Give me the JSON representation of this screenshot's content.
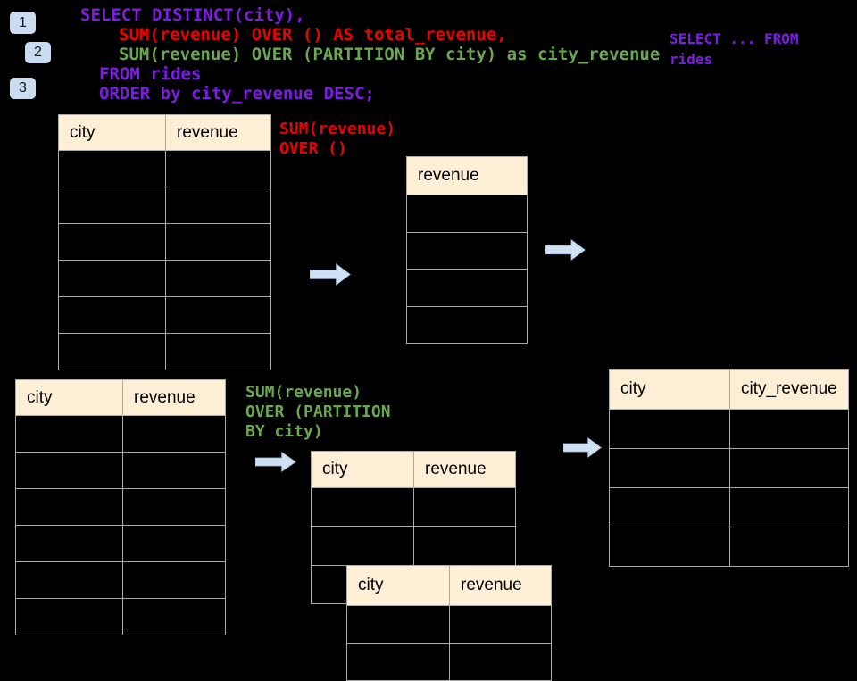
{
  "sql_code": {
    "lines": [
      {
        "text": "SELECT DISTINCT(city),",
        "color": "#7D1CE3"
      },
      {
        "text": "SUM(revenue) OVER () AS total_revenue,",
        "color": "#EE0000"
      },
      {
        "text": "SUM(revenue) OVER (PARTITION BY city) as city_revenue",
        "color": "#6AA84F"
      },
      {
        "text": "FROM rides",
        "color": "#7D1CE3"
      },
      {
        "text": "ORDER by city_revenue DESC;",
        "color": "#7D1CE3"
      }
    ]
  },
  "side_note": {
    "lines": [
      {
        "text": "SELECT ... FROM",
        "color": "#7D1CE3"
      },
      {
        "text": "rides",
        "color": "#7D1CE3"
      }
    ]
  },
  "step_badges": [
    "1",
    "2",
    "3"
  ],
  "annotations": {
    "total_revenue": {
      "lines": [
        {
          "text": "SUM(revenue)",
          "color": "#EE0000"
        },
        {
          "text": "OVER ()",
          "color": "#EE0000"
        }
      ]
    },
    "city_revenue": {
      "lines": [
        {
          "text": "SUM(revenue)",
          "color": "#6AA84F"
        },
        {
          "text": "OVER (PARTITION",
          "color": "#6AA84F"
        },
        {
          "text": "BY city)",
          "color": "#6AA84F"
        }
      ]
    }
  },
  "tables": {
    "source_top": {
      "headers": [
        "city",
        "revenue"
      ],
      "empty_rows": 6
    },
    "total_step": {
      "headers": [
        "revenue"
      ],
      "empty_rows": 4
    },
    "source_bottom": {
      "headers": [
        "city",
        "revenue"
      ],
      "empty_rows": 6
    },
    "partition_front": {
      "headers": [
        "city",
        "revenue"
      ],
      "empty_rows": 3
    },
    "partition_back": {
      "headers": [
        "city",
        "revenue"
      ],
      "empty_rows": 2
    },
    "result": {
      "headers": [
        "city",
        "city_revenue"
      ],
      "empty_rows": 4
    }
  },
  "colors": {
    "background": "#000000",
    "table_header_fill": "#FCEFD5",
    "table_border": "#A9A9A9",
    "arrow_fill": "#CFE1F3",
    "arrow_stroke": "#A6C4E4",
    "badge_fill": "#C9DCF2"
  }
}
